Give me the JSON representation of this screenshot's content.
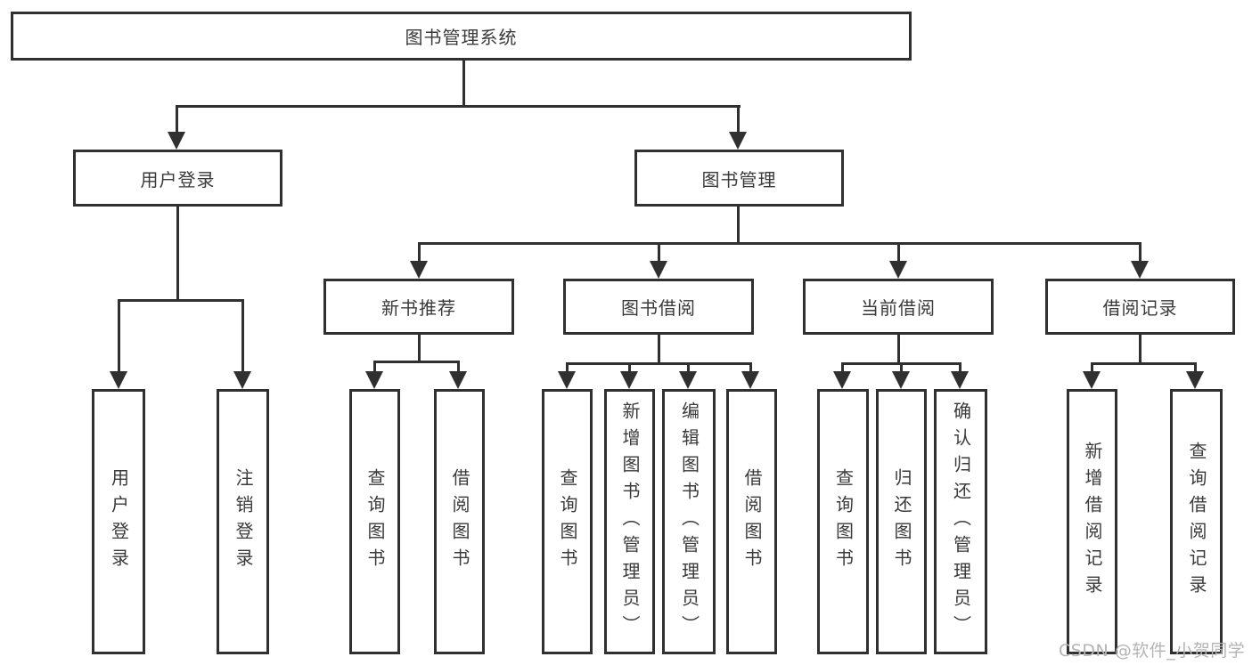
{
  "diagram": {
    "root": "图书管理系统",
    "user_login": {
      "label": "用户登录",
      "children": [
        "用户登录",
        "注销登录"
      ]
    },
    "book_mgmt": {
      "label": "图书管理",
      "sections": [
        {
          "label": "新书推荐",
          "children": [
            "查询图书",
            "借阅图书"
          ]
        },
        {
          "label": "图书借阅",
          "children": [
            "查询图书",
            "新增图书（管理员）",
            "编辑图书（管理员）",
            "借阅图书"
          ]
        },
        {
          "label": "当前借阅",
          "children": [
            "查询图书",
            "归还图书",
            "确认归还（管理员）"
          ]
        },
        {
          "label": "借阅记录",
          "children": [
            "新增借阅记录",
            "查询借阅记录"
          ]
        }
      ]
    }
  },
  "watermark": "CSDN @软件_小贺同学",
  "colors": {
    "line": "#303030",
    "text": "#3a3a3a",
    "watermark": "#b4b4b4",
    "background": "#ffffff"
  }
}
